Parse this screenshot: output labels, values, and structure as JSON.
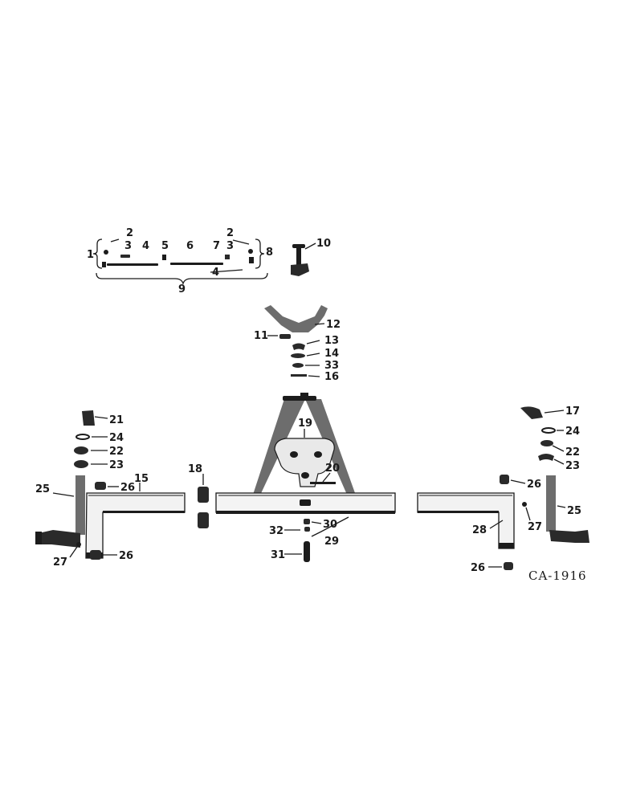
{
  "diagram": {
    "code": "CA-1916",
    "callouts": {
      "c1": "1",
      "c2a": "2",
      "c2b": "2",
      "c3a": "3",
      "c3b": "3",
      "c4a": "4",
      "c4b": "4",
      "c5": "5",
      "c6": "6",
      "c7": "7",
      "c8": "8",
      "c9": "9",
      "c10": "10",
      "c11": "11",
      "c12": "12",
      "c13": "13",
      "c14": "14",
      "c15": "15",
      "c16": "16",
      "c17": "17",
      "c18": "18",
      "c19": "19",
      "c20": "20",
      "c21": "21",
      "c22a": "22",
      "c22b": "22",
      "c23a": "23",
      "c23b": "23",
      "c24a": "24",
      "c24b": "24",
      "c25a": "25",
      "c25b": "25",
      "c26a": "26",
      "c26b": "26",
      "c26c": "26",
      "c26d": "26",
      "c27a": "27",
      "c27b": "27",
      "c28": "28",
      "c29": "29",
      "c30": "30",
      "c31": "31",
      "c32": "32",
      "c33": "33"
    }
  }
}
